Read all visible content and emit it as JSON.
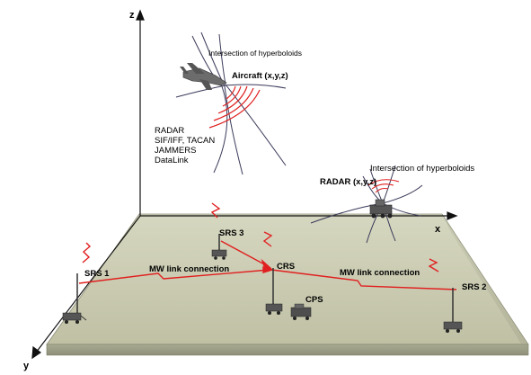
{
  "axes": {
    "z": "z",
    "x": "x",
    "y": "y"
  },
  "aircraft": {
    "hyperboloids_label": "Intersection of hyperboloids",
    "label": "Aircraft (x,y,z)"
  },
  "emitter_types": [
    "RADAR",
    "SIF/IFF, TACAN",
    "JAMMERS",
    "DataLink"
  ],
  "radar": {
    "label": "RADAR (x,y,z)",
    "hyperboloids_label": "Intersection of hyperboloids"
  },
  "stations": {
    "srs1": "SRS 1",
    "srs2": "SRS 2",
    "srs3": "SRS 3",
    "crs": "CRS",
    "cps": "CPS"
  },
  "links": {
    "left": "MW link connection",
    "right": "MW link connection"
  },
  "colors": {
    "ground": "#c9cab0",
    "ground_edge": "#8b8c74",
    "link": "#e02020",
    "hyperbola": "#3a3a5a"
  }
}
